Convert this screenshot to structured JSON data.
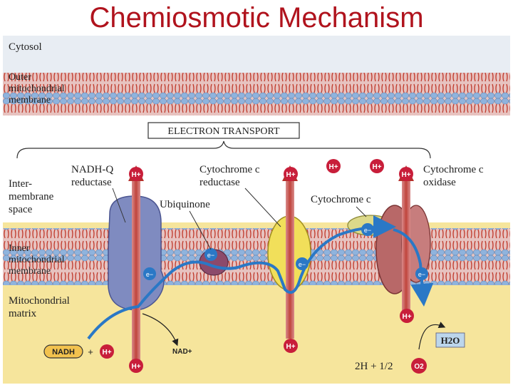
{
  "slide_title": "Chemiosmotic Mechanism",
  "regions": {
    "cytosol": "Cytosol",
    "outer_membrane": [
      "Outer",
      "mitochondrial",
      "membrane"
    ],
    "intermembrane_space": [
      "Inter-",
      "membrane",
      "space"
    ],
    "inner_membrane": [
      "Inner",
      "mitochondrial",
      "membrane"
    ],
    "matrix": [
      "Mitochondrial",
      "matrix"
    ]
  },
  "electron_transport_label": "ELECTRON TRANSPORT",
  "complexes": {
    "nadh_q": [
      "NADH-Q",
      "reductase"
    ],
    "ubiquinone": "Ubiquinone",
    "cyt_c_reductase": [
      "Cytochrome c",
      "reductase"
    ],
    "cyt_c": "Cytochrome c",
    "cyt_c_oxidase": [
      "Cytochrome c",
      "oxidase"
    ]
  },
  "symbols": {
    "proton": "H+",
    "electron": "e−"
  },
  "reactants": {
    "nadh": "NADH",
    "plus": "+",
    "nad": "NAD+",
    "water": "H2O",
    "oxygen_eq": "2H + 1/2",
    "oxygen": "O2"
  },
  "colors": {
    "title": "#b0131d",
    "cytosol_bg": "#e8edf3",
    "intermembrane_bg": "#ffffff",
    "matrix_bg": "#f6e59c",
    "lipid_head": "#8fb3dd",
    "lipid_tail": "#c0392b",
    "proton_badge": "#c81e3a",
    "arrow_blue": "#2a78c6",
    "complex_purple": "#7f8bc0",
    "ubiquinone": "#8c4a6b",
    "complex_yellow": "#f1df5a",
    "cytc_yellow": "#dcd98a",
    "complex_red": "#b86868",
    "nadh_fill": "#f2c24e",
    "water_box": "#bcd6ec"
  }
}
